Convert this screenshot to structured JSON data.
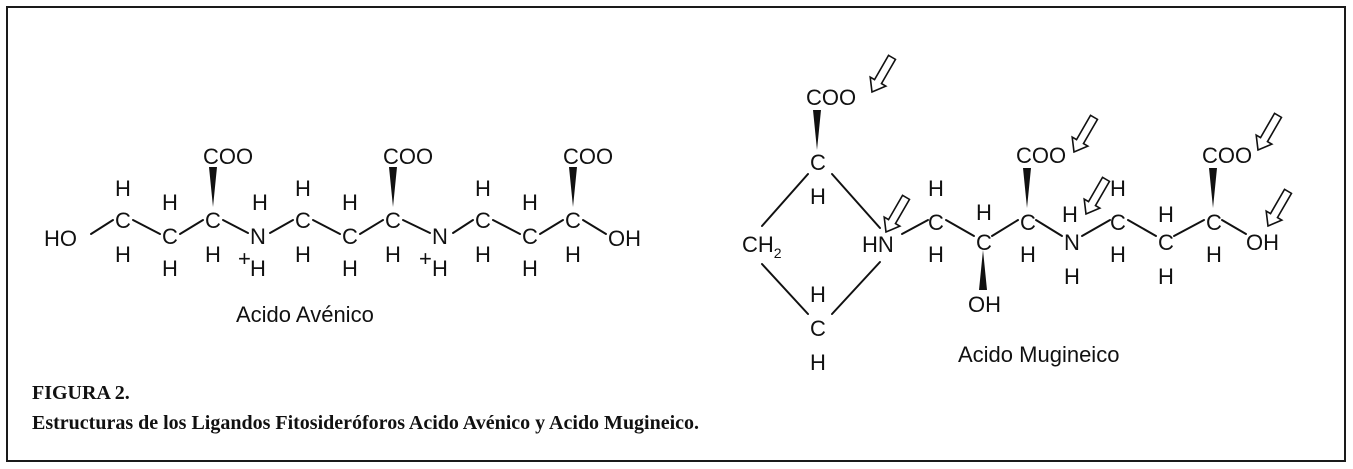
{
  "figure": {
    "label": "FIGURA 2.",
    "title": "Estructuras de los Ligandos Fitosideróforos Acido Avénico y Acido Mugineico."
  },
  "avenic": {
    "name": "Acido Avénico",
    "ho": "HO",
    "oh": "OH",
    "coo": "COO",
    "c": "C",
    "n": "N",
    "h": "H",
    "plus": "+"
  },
  "mugineic": {
    "name": "Acido Mugineico",
    "coo": "COO",
    "hn": "HN",
    "n": "N",
    "c": "C",
    "h": "H",
    "oh": "OH",
    "ch2_main": "CH",
    "ch2_sub": "2"
  }
}
